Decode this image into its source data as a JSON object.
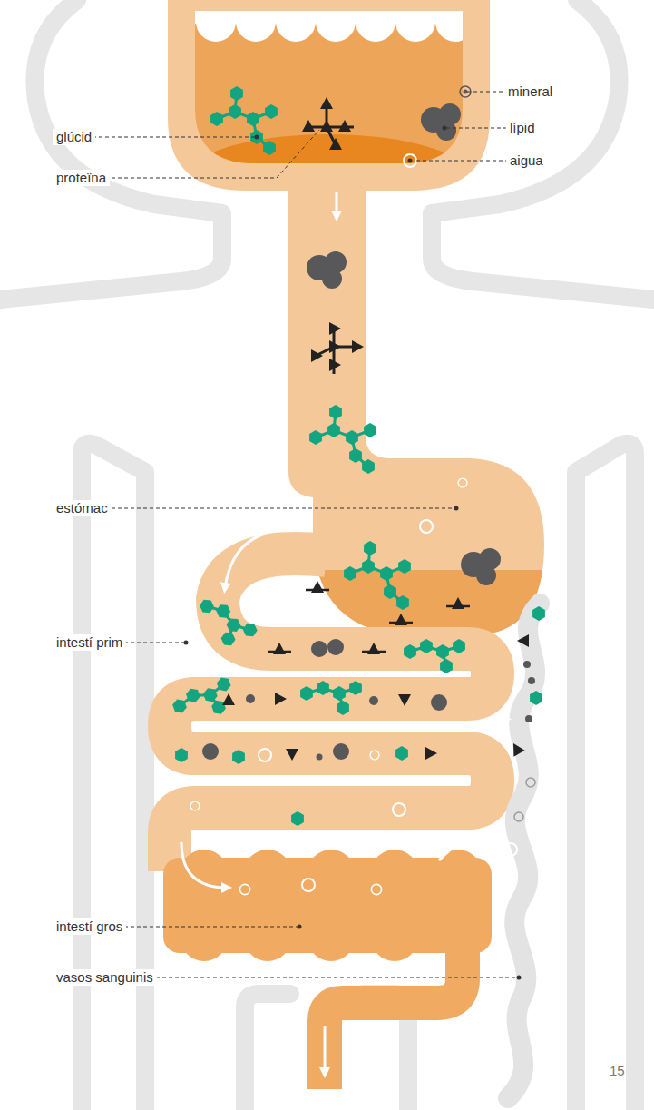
{
  "diagram": {
    "labels": [
      "mineral",
      "glúcid",
      "lípid",
      "proteïna",
      "aigua",
      "estómac",
      "intestí prim",
      "intestí gros",
      "vasos sanguinis",
      "15"
    ]
  }
}
